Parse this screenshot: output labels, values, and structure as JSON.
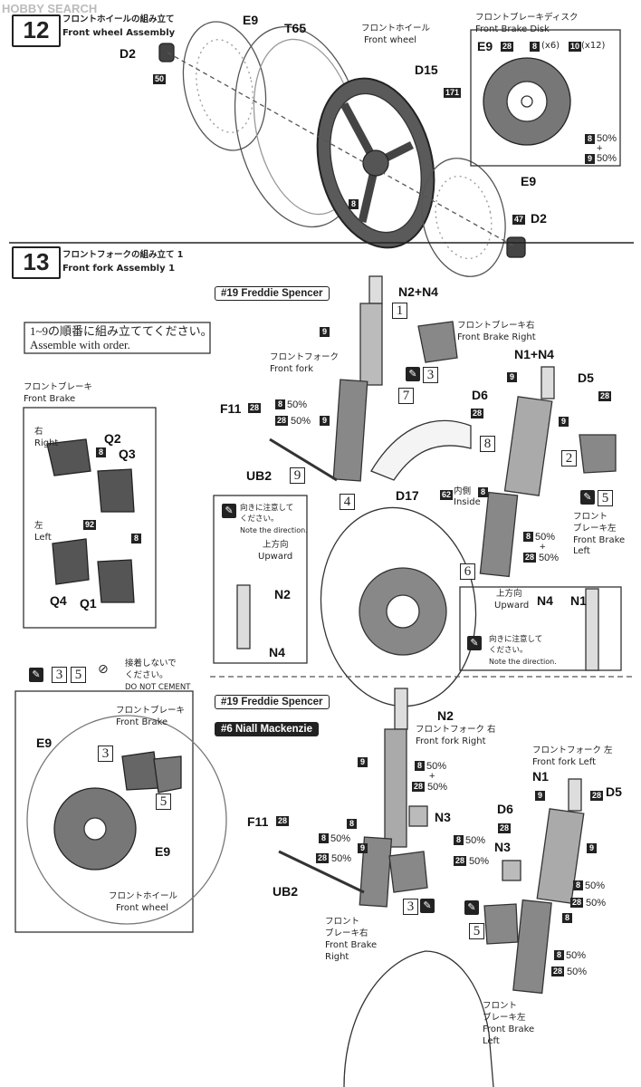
{
  "watermark": "HOBBY SEARCH",
  "step12": {
    "number": "12",
    "title_jp": "フロントホイールの組み立て",
    "title_en": "Front wheel Assembly",
    "wheel_jp": "フロントホイール",
    "wheel_en": "Front wheel",
    "disk_jp": "フロントブレーキディスク",
    "disk_en": "Front Brake Disk",
    "parts": {
      "e9a": "E9",
      "t65": "T65",
      "d2a": "D2",
      "d15": "D15",
      "e9b": "E9",
      "d2b": "D2"
    },
    "nums": {
      "n50": "50",
      "n171": "171",
      "n8": "8",
      "n47": "47"
    },
    "inset": {
      "e9": "E9",
      "c28": "28",
      "c8": "8",
      "x6": "(x6)",
      "c10": "10",
      "x12": "(x12)",
      "m8": "8",
      "p50a": "50%",
      "plus": "+",
      "m9": "9",
      "p50b": "50%"
    }
  },
  "step13": {
    "number": "13",
    "title_jp": "フロントフォークの組み立て 1",
    "title_en": "Front fork Assembly 1",
    "order_jp": "1~9の順番に組み立ててください。",
    "order_en": "Assemble with order.",
    "rider1": "#19 Freddie Spencer",
    "brake_jp": "フロントブレーキ",
    "brake_en": "Front Brake",
    "right_jp": "右",
    "right_en": "Right",
    "left_jp": "左",
    "left_en": "Left",
    "q2": "Q2",
    "q3": "Q3",
    "q4": "Q4",
    "q1": "Q1",
    "n8a": "8",
    "n92": "92",
    "n8b": "8",
    "n2n4": "N2+N4",
    "n9a": "9",
    "fork_jp": "フロントフォーク",
    "fork_en": "Front fork",
    "box1": "1",
    "box3": "3",
    "box7": "7",
    "box8": "8",
    "box9": "9",
    "box4": "4",
    "box2": "2",
    "box5": "5",
    "box6": "6",
    "fbr_jp": "フロントブレーキ右",
    "fbr_en": "Front Brake Right",
    "n1n4": "N1+N4",
    "n9b": "9",
    "d5": "D5",
    "c28a": "28",
    "d6": "D6",
    "c28b": "28",
    "n9c": "9",
    "f11": "F11",
    "c28c": "28",
    "m8a": "8",
    "p50a": "50%",
    "m28a": "28",
    "p50b": "50%",
    "n9d": "9",
    "ub2": "UB2",
    "d17": "D17",
    "n62": "62",
    "inside_jp": "内側",
    "inside_en": "Inside",
    "n8c": "8",
    "fbl_jp": "フロント",
    "fbl_jp2": "ブレーキ左",
    "fbl_en": "Front Brake",
    "fbl_en2": "Left",
    "m8b": "8",
    "p50c": "50%",
    "plus": "+",
    "m28b": "28",
    "p50d": "50%",
    "note_jp": "向きに注意して",
    "note_jp2": "ください。",
    "note_en": "Note the direction.",
    "up_jp": "上方向",
    "up_en": "Upward",
    "n2": "N2",
    "n4": "N4",
    "up_jp2": "上方向",
    "up_en2": "Upward",
    "n4b": "N4",
    "n1": "N1",
    "note_jp3": "向きに注意して",
    "note_jp4": "ください。",
    "note_en2": "Note the direction."
  },
  "lower": {
    "nocement_jp": "接着しないで",
    "nocement_jp2": "ください。",
    "nocement_en": "DO NOT CEMENT",
    "box3": "3",
    "box5": "5",
    "brake_jp": "フロントブレーキ",
    "brake_en": "Front Brake",
    "e9a": "E9",
    "e9b": "E9",
    "boxb3": "3",
    "boxb5": "5",
    "wheel_jp": "フロントホイール",
    "wheel_en": "Front wheel",
    "rider1": "#19 Freddie Spencer",
    "rider2": "#6 Niall Mackenzie",
    "n2": "N2",
    "forkr_jp": "フロントフォーク 右",
    "forkr_en": "Front fork Right",
    "n9a": "9",
    "m8a": "8",
    "p50a": "50%",
    "plus": "+",
    "m28a": "28",
    "p50b": "50%",
    "n3a": "N3",
    "forkl_jp": "フロントフォーク 左",
    "forkl_en": "Front fork Left",
    "n1": "N1",
    "n9b": "9",
    "c28a": "28",
    "d5": "D5",
    "d6": "D6",
    "c28b": "28",
    "n9c": "9",
    "f11": "F11",
    "c28c": "28",
    "n8a": "8",
    "m8b": "8",
    "p50c": "50%",
    "m28b": "28",
    "p50d": "50%",
    "n9d": "9",
    "m8c": "8",
    "p50e": "50%",
    "m28c": "28",
    "p50f": "50%",
    "n3b": "N3",
    "ub2": "UB2",
    "m8d": "8",
    "p50g": "50%",
    "m28d": "28",
    "p50h": "50%",
    "box3b": "3",
    "box5b": "5",
    "n8b": "8",
    "fbr_jp": "フロント",
    "fbr_jp2": "ブレーキ右",
    "fbr_en": "Front Brake",
    "fbr_en2": "Right",
    "m8e": "8",
    "p50i": "50%",
    "m28e": "28",
    "p50j": "50%",
    "fbl_jp": "フロント",
    "fbl_jp2": "ブレーキ左",
    "fbl_en": "Front Brake",
    "fbl_en2": "Left"
  }
}
